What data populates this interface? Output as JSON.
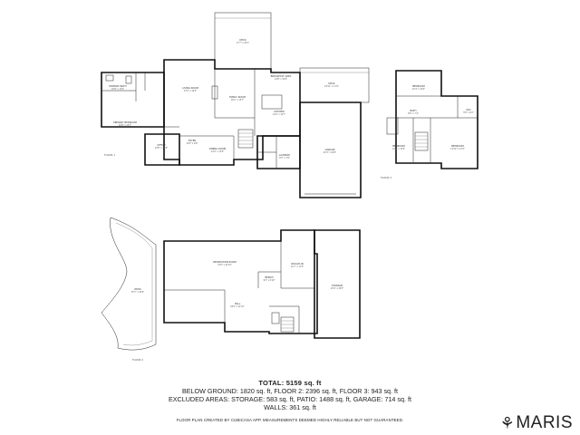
{
  "floors": {
    "main": {
      "label": "FLOOR 1",
      "rooms": [
        {
          "key": "deck1",
          "name": "DECK",
          "dims": "17'7\" x 20'1\""
        },
        {
          "key": "living",
          "name": "LIVING ROOM",
          "dims": "17'6\" x 16'3\""
        },
        {
          "key": "breakfast",
          "name": "BREAKFAST AREA",
          "dims": "14'8\" x 10'9\""
        },
        {
          "key": "deck2",
          "name": "DECK",
          "dims": "18'11\" x 11'9\""
        },
        {
          "key": "family",
          "name": "FAMILY ROOM",
          "dims": "16'1\" x 15'7\""
        },
        {
          "key": "kitchen",
          "name": "KITCHEN",
          "dims": "14'4\" x 14'7\""
        },
        {
          "key": "primbath",
          "name": "PRIMARY BATH",
          "dims": "10'8\" x 13'0\""
        },
        {
          "key": "primbed",
          "name": "PRIMARY BEDROOM",
          "dims": "16'8\" x 15'1\""
        },
        {
          "key": "office",
          "name": "OFFICE",
          "dims": "10'8\" x 11'8\""
        },
        {
          "key": "foyer",
          "name": "FOYER",
          "dims": "10'5\" x 9'8\""
        },
        {
          "key": "dining",
          "name": "DINING ROOM",
          "dims": "12'6\" x 13'9\""
        },
        {
          "key": "laundry",
          "name": "LAUNDRY",
          "dims": "8'3\" x 7'8\""
        },
        {
          "key": "garage",
          "name": "GARAGE",
          "dims": "22'4\" x 26'0\""
        }
      ]
    },
    "upper": {
      "label": "FLOOR 3",
      "rooms": [
        {
          "key": "bed1",
          "name": "BEDROOM",
          "dims": "12'4\" x 10'9\""
        },
        {
          "key": "bath3",
          "name": "BATH",
          "dims": "8'6\" x 7'4\""
        },
        {
          "key": "bed2",
          "name": "BEDROOM",
          "dims": "13'0\" x 12'9\""
        },
        {
          "key": "bed3",
          "name": "BEDROOM",
          "dims": "14'10\" x 13'3\""
        },
        {
          "key": "wic",
          "name": "WIC",
          "dims": "5'8\" x 6'2\""
        }
      ]
    },
    "lower": {
      "label": "FLOOR 2",
      "rooms": [
        {
          "key": "patio",
          "name": "PATIO",
          "dims": "35'7\" x 43'9\""
        },
        {
          "key": "rec",
          "name": "RECREATION ROOM",
          "dims": "31'5\" x 21'10\""
        },
        {
          "key": "rough",
          "name": "ROUGH-IN",
          "dims": "11'7\" x 17'0\""
        },
        {
          "key": "storage",
          "name": "STORAGE",
          "dims": "19'4\" x 30'5\""
        },
        {
          "key": "wetbar",
          "name": "BENCH",
          "dims": "9'2\" x 4'10\""
        },
        {
          "key": "hall",
          "name": "HALL",
          "dims": "28'4\" x 11'10\""
        }
      ]
    }
  },
  "summary": {
    "total": "TOTAL: 5159 sq. ft",
    "below": "BELOW GROUND: 1820 sq. ft, FLOOR 2: 2396 sq. ft, FLOOR 3: 943 sq. ft",
    "excluded": "EXCLUDED AREAS: STORAGE: 583 sq. ft, PATIO: 1488 sq. ft, GARAGE: 714 sq. ft",
    "walls": "WALLS: 361 sq. ft",
    "disclaimer": "FLOOR PLAN CREATED BY CUBICASA APP. MEASUREMENTS DEEMED HIGHLY RELIABLE BUT NOT GUARANTEED."
  },
  "brand": {
    "mark": "⚘",
    "text": "MARIS"
  },
  "icons": {
    "brand": "maris-logo-icon"
  },
  "colors": {
    "wall": "#111111",
    "background": "#ffffff",
    "text": "#222222"
  }
}
